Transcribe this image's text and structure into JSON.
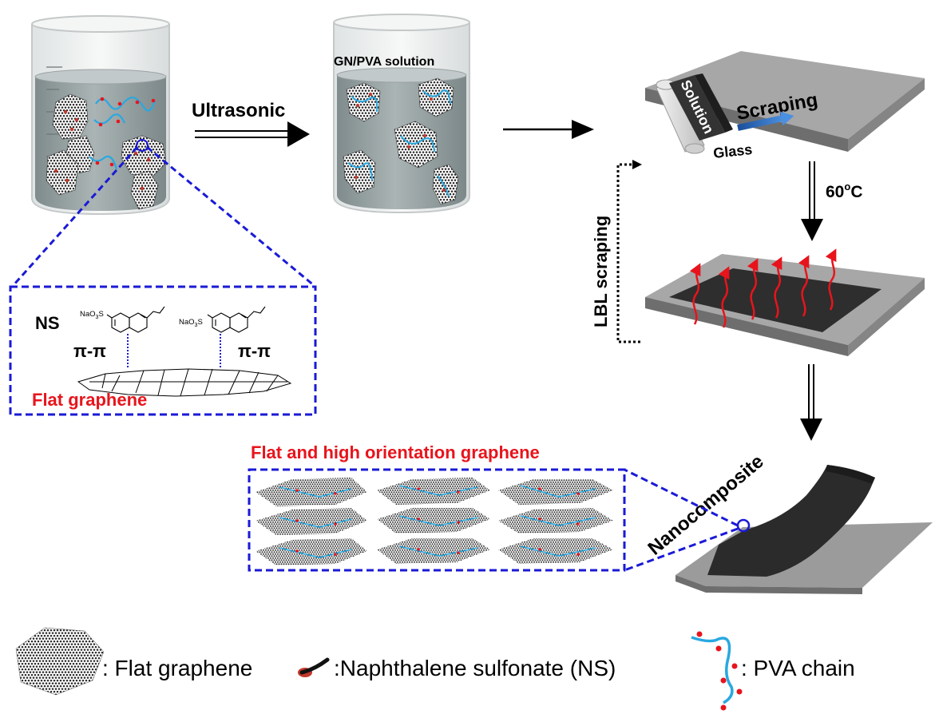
{
  "process": {
    "ultrasonic_label": "Ultrasonic",
    "gn_pva_label": "GN/PVA solution",
    "solution_label": "Solution",
    "scraping_label": "Scraping",
    "glass_label": "Glass",
    "temp_value": "60",
    "temp_sup": "o",
    "temp_unit": "C",
    "lbl_label": "LBL scraping",
    "nanocomposite_label": "Nanocomposite"
  },
  "inset": {
    "ns_label": "NS",
    "nao3s_label": "NaO",
    "nao3s_sub": "3",
    "nao3s_tail": "S",
    "pipi_left": "π-π",
    "pipi_right": "π-π",
    "flat_graphene_label": "Flat graphene"
  },
  "orientation": {
    "title": "Flat and high orientation graphene"
  },
  "legend": {
    "graphene_label": ": Flat graphene",
    "ns_label": ":Naphthalene sulfonate (NS)",
    "pva_label": ": PVA chain"
  },
  "colors": {
    "accent_red": "#e8141c",
    "dash_blue": "#1a1ad6",
    "pva_blue": "#29a8e0",
    "solution_grey": "#9aa5a6",
    "glass_grey": "#8c8c8c",
    "film_dark": "#2e2e2e"
  }
}
